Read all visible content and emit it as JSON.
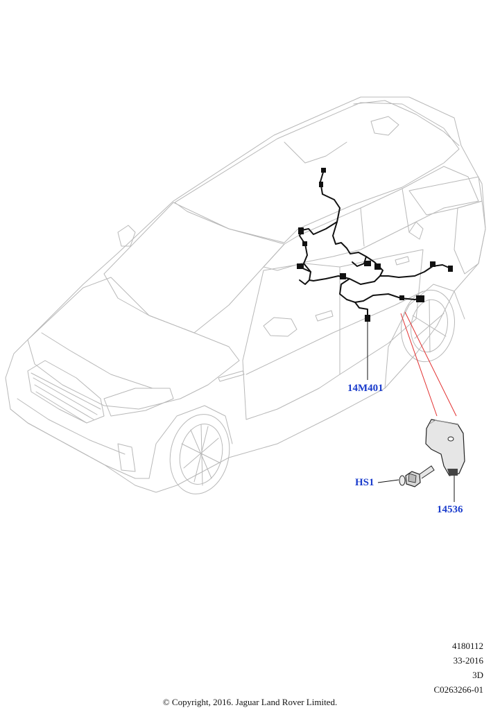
{
  "callouts": {
    "harness": "14M401",
    "bolt": "HS1",
    "bracket": "14536"
  },
  "meta": {
    "line1": "4180112",
    "line2": "33-2016",
    "line3": "3D",
    "line4": "C0263266-01"
  },
  "copyright": "© Copyright, 2016. Jaguar Land Rover Limited.",
  "colors": {
    "callout": "#1a3ccc",
    "leader_red": "#e23030",
    "vehicle_outline": "#b8b8b8"
  }
}
